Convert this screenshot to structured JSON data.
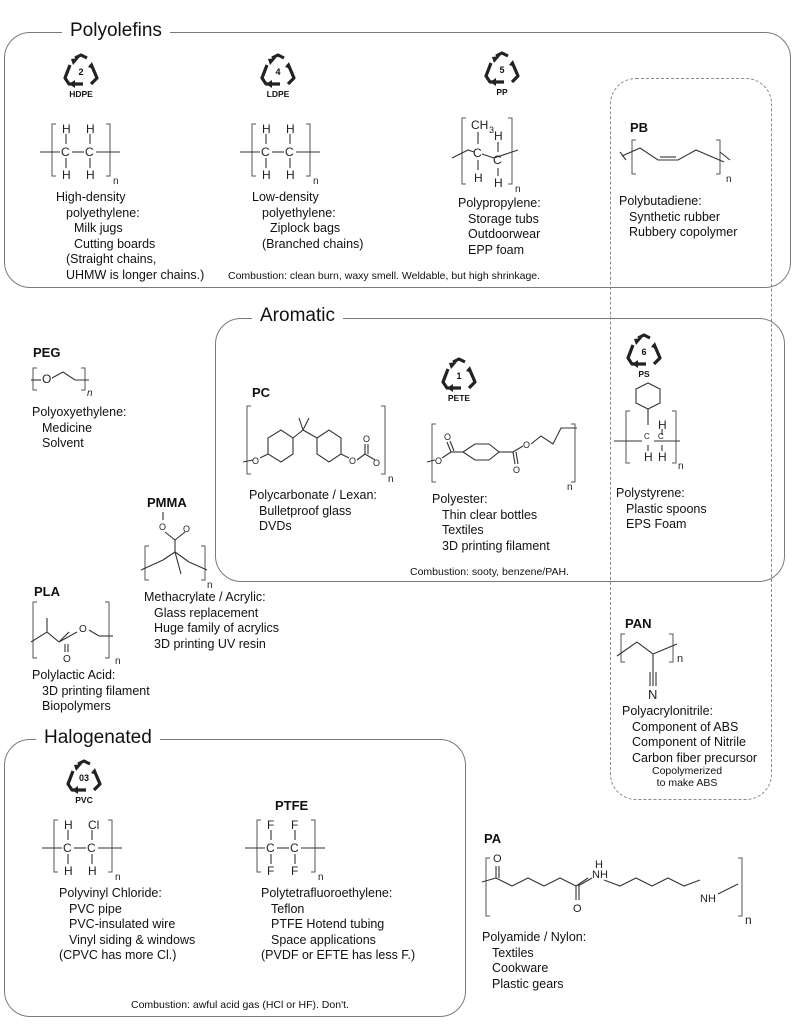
{
  "groups": {
    "polyolefins": {
      "title": "Polyolefins",
      "combustion": "Combustion: clean burn, waxy smell.  Weldable, but high shrinkage."
    },
    "aromatic": {
      "title": "Aromatic",
      "combustion": "Combustion: sooty, benzene/PAH."
    },
    "halogenated": {
      "title": "Halogenated",
      "combustion": "Combustion: awful acid gas (HCl or HF).  Don't."
    },
    "abs_note": {
      "line1": "Copolymerized",
      "line2": "to make ABS"
    }
  },
  "polymers": {
    "hdpe": {
      "recycle_num": "2",
      "code": "HDPE",
      "desc": "High-density",
      "desc2": "polyethylene:",
      "uses": [
        "Milk jugs",
        "Cutting boards"
      ],
      "extra": [
        "(Straight chains,",
        "UHMW is longer chains.)"
      ]
    },
    "ldpe": {
      "recycle_num": "4",
      "code": "LDPE",
      "desc": "Low-density",
      "desc2": "polyethylene:",
      "uses": [
        "Ziplock bags",
        "(Branched chains)"
      ]
    },
    "pp": {
      "recycle_num": "5",
      "code": "PP",
      "desc": "Polypropylene:",
      "uses": [
        "Storage tubs",
        "Outdoorwear",
        "EPP foam"
      ]
    },
    "pb": {
      "name": "PB",
      "desc": "Polybutadiene:",
      "uses": [
        "Synthetic rubber",
        "Rubbery copolymer"
      ]
    },
    "peg": {
      "name": "PEG",
      "desc": "Polyoxyethylene:",
      "uses": [
        "Medicine",
        "Solvent"
      ]
    },
    "pc": {
      "name": "PC",
      "desc": "Polycarbonate / Lexan:",
      "uses": [
        "Bulletproof glass",
        "DVDs"
      ]
    },
    "pete": {
      "recycle_num": "1",
      "code": "PETE",
      "desc": "Polyester:",
      "uses": [
        "Thin clear bottles",
        "Textiles",
        "3D printing filament"
      ]
    },
    "ps": {
      "recycle_num": "6",
      "code": "PS",
      "desc": "Polystyrene:",
      "uses": [
        "Plastic spoons",
        "EPS Foam"
      ]
    },
    "pmma": {
      "name": "PMMA",
      "desc": "Methacrylate / Acrylic:",
      "uses": [
        "Glass replacement",
        "Huge family of acrylics",
        "3D printing UV resin"
      ]
    },
    "pla": {
      "name": "PLA",
      "desc": "Polylactic Acid:",
      "uses": [
        "3D printing filament",
        "Biopolymers"
      ]
    },
    "pan": {
      "name": "PAN",
      "desc": "Polyacrylonitrile:",
      "uses": [
        "Component of ABS",
        "Component of Nitrile",
        "Carbon fiber precursor"
      ]
    },
    "pvc": {
      "recycle_num": "03",
      "code": "PVC",
      "desc": "Polyvinyl Chloride:",
      "uses": [
        "PVC pipe",
        "PVC-insulated wire",
        "Vinyl siding & windows"
      ],
      "extra": "(CPVC has more Cl.)"
    },
    "ptfe": {
      "name": "PTFE",
      "desc": "Polytetrafluoroethylene:",
      "uses": [
        "Teflon",
        "PTFE Hotend tubing",
        "Space applications"
      ],
      "extra": "(PVDF or EFTE has less F.)"
    },
    "pa": {
      "name": "PA",
      "desc": "Polyamide / Nylon:",
      "uses": [
        "Textiles",
        "Cookware",
        "Plastic gears"
      ]
    }
  },
  "atoms": {
    "H": "H",
    "C": "C",
    "Cl": "Cl",
    "F": "F",
    "O": "O",
    "N": "N",
    "NH": "NH",
    "CH3": "CH",
    "sub3": "3",
    "n": "n"
  }
}
